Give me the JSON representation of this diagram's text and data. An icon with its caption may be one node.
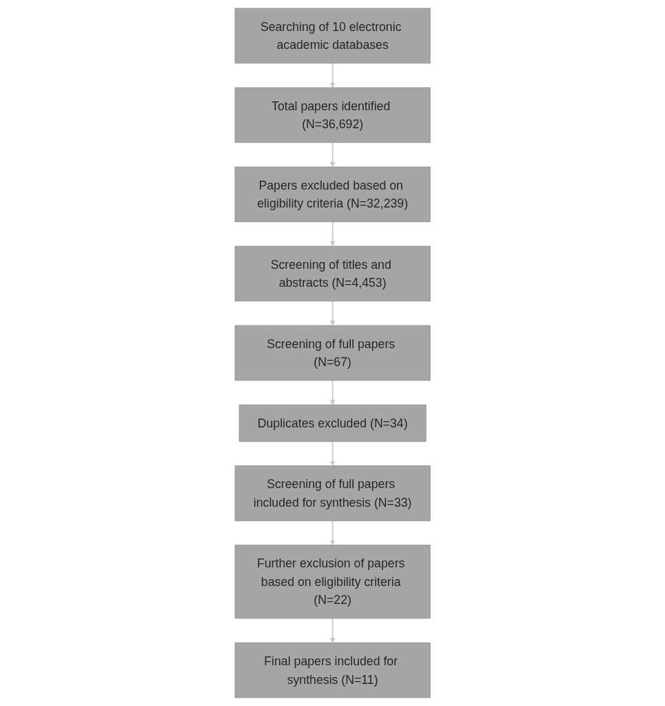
{
  "diagram": {
    "nodes": [
      {
        "text": [
          "Searching of 10 electronic academic databases"
        ]
      },
      {
        "text": [
          "Total papers identified (N=36,692)"
        ]
      },
      {
        "text": [
          "Papers excluded based on eligibility criteria (N=32,239)"
        ]
      },
      {
        "text": [
          "Screening of titles and abstracts (N=4,453)"
        ]
      },
      {
        "text": [
          "Screening of full papers (N=67)"
        ]
      },
      {
        "text": [
          "Duplicates excluded (N=34)"
        ]
      },
      {
        "text": [
          "Screening of full papers included for synthesis (N=33)"
        ]
      },
      {
        "text": [
          "Further exclusion of papers based on eligibility criteria (N=22)"
        ]
      },
      {
        "text": [
          "Final papers included for synthesis (N=11)"
        ]
      }
    ],
    "edges": [
      {
        "from": 0,
        "to": 1,
        "arrow": "to"
      },
      {
        "from": 1,
        "to": 2,
        "arrow": "to"
      },
      {
        "from": 2,
        "to": 3,
        "arrow": "to"
      },
      {
        "from": 3,
        "to": 4,
        "arrow": "to"
      },
      {
        "from": 4,
        "to": 5,
        "arrow": "to"
      },
      {
        "from": 5,
        "to": 6,
        "arrow": "to"
      },
      {
        "from": 6,
        "to": 7,
        "arrow": "to"
      },
      {
        "from": 7,
        "to": 8,
        "arrow": "to"
      }
    ]
  }
}
